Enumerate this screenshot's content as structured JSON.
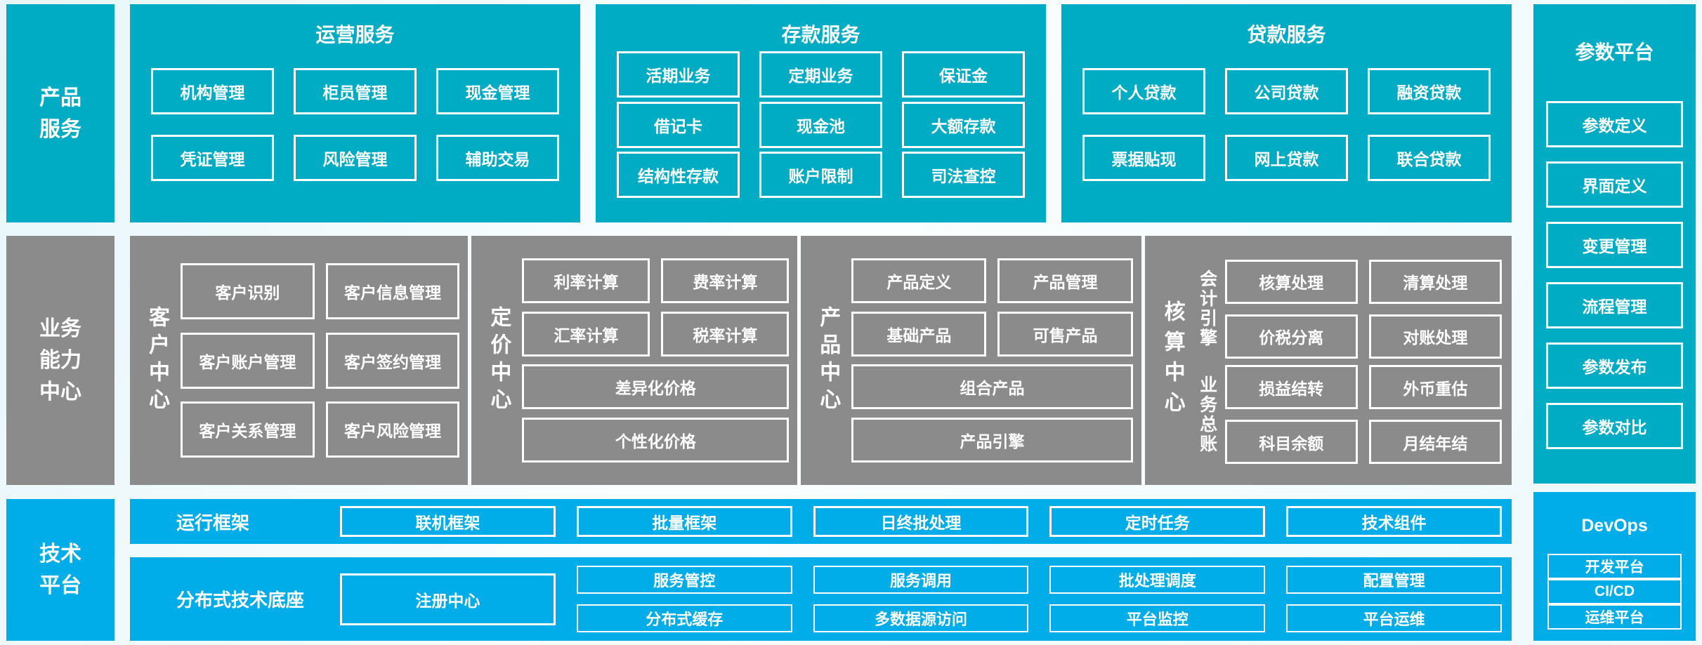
{
  "colors": {
    "teal": "#00ACC3",
    "gray": "#8B8B8B",
    "blue": "#00ADE8",
    "text": "#FFFFFF",
    "background": "#F2FAFC"
  },
  "product_services": {
    "label_lines": [
      "产品",
      "服务"
    ]
  },
  "operations": {
    "title": "运营服务",
    "rows": [
      [
        "机构管理",
        "柜员管理",
        "现金管理"
      ],
      [
        "凭证管理",
        "风险管理",
        "辅助交易"
      ]
    ]
  },
  "deposits": {
    "title": "存款服务",
    "rows": [
      [
        "活期业务",
        "定期业务",
        "保证金"
      ],
      [
        "借记卡",
        "现金池",
        "大额存款"
      ],
      [
        "结构性存款",
        "账户限制",
        "司法查控"
      ]
    ]
  },
  "loans": {
    "title": "贷款服务",
    "rows": [
      [
        "个人贷款",
        "公司贷款",
        "融资贷款"
      ],
      [
        "票据贴现",
        "网上贷款",
        "联合贷款"
      ]
    ]
  },
  "param_platform": {
    "title": "参数平台",
    "items": [
      "参数定义",
      "界面定义",
      "变更管理",
      "流程管理",
      "参数发布",
      "参数对比"
    ]
  },
  "capability": {
    "label_lines": [
      "业务",
      "能力",
      "中心"
    ]
  },
  "customer_center": {
    "label": "客户中心",
    "rows": [
      [
        "客户识别",
        "客户信息管理"
      ],
      [
        "客户账户管理",
        "客户签约管理"
      ],
      [
        "客户关系管理",
        "客户风险管理"
      ]
    ]
  },
  "pricing_center": {
    "label": "定价中心",
    "rows": [
      [
        "利率计算",
        "费率计算"
      ],
      [
        "汇率计算",
        "税率计算"
      ]
    ],
    "wide": [
      "差异化价格",
      "个性化价格"
    ]
  },
  "product_center": {
    "label": "产品中心",
    "rows": [
      [
        "产品定义",
        "产品管理"
      ],
      [
        "基础产品",
        "可售产品"
      ]
    ],
    "wide": [
      "组合产品",
      "产品引擎"
    ]
  },
  "accounting_center": {
    "label": "核算中心",
    "groups": [
      {
        "label": "会计引擎",
        "rows": [
          [
            "核算处理",
            "清算处理"
          ],
          [
            "价税分离",
            "对账处理"
          ]
        ]
      },
      {
        "label": "业务总账",
        "rows": [
          [
            "损益结转",
            "外币重估"
          ],
          [
            "科目余额",
            "月结年结"
          ]
        ]
      }
    ]
  },
  "tech_platform": {
    "label_lines": [
      "技术",
      "平台"
    ]
  },
  "runtime_framework": {
    "label": "运行框架",
    "items": [
      "联机框架",
      "批量框架",
      "日终批处理",
      "定时任务",
      "技术组件"
    ]
  },
  "distributed_base": {
    "label": "分布式技术底座",
    "registry": "注册中心",
    "columns": [
      [
        "服务管控",
        "分布式缓存"
      ],
      [
        "服务调用",
        "多数据源访问"
      ],
      [
        "批处理调度",
        "平台监控"
      ],
      [
        "配置管理",
        "平台运维"
      ]
    ]
  },
  "devops": {
    "title": "DevOps",
    "items": [
      "开发平台",
      "CI/CD",
      "运维平台"
    ]
  }
}
